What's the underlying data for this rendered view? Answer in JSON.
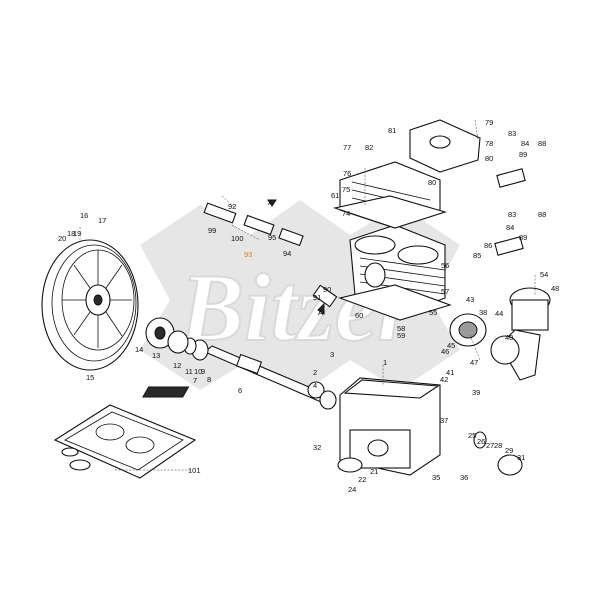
{
  "watermark": {
    "text": "Bitzer"
  },
  "colors": {
    "line": "#111111",
    "highlight": "#e07b1a",
    "watermark": "#e6e6e6"
  },
  "highlighted_callout": "93",
  "callouts": {
    "c1": "1",
    "c2": "2",
    "c3": "3",
    "c4": "4",
    "c6": "6",
    "c7": "7",
    "c8": "8",
    "c9": "9",
    "c10": "10",
    "c11": "11",
    "c12": "12",
    "c13": "13",
    "c14": "14",
    "c15": "15",
    "c16": "16",
    "c17": "17",
    "c18": "18",
    "c19": "19",
    "c20": "20",
    "c21": "21",
    "c22": "22",
    "c24": "24",
    "c25": "25",
    "c26": "26",
    "c27": "27",
    "c28": "28",
    "c29": "29",
    "c31": "31",
    "c32": "32",
    "c35": "35",
    "c36": "36",
    "c37": "37",
    "c38": "38",
    "c39": "39",
    "c40": "40",
    "c41": "41",
    "c42": "42",
    "c43": "43",
    "c44": "44",
    "c45": "45",
    "c46": "46",
    "c47": "47",
    "c48": "48",
    "c54": "54",
    "c55": "55",
    "c56": "56",
    "c57": "57",
    "c58": "58",
    "c59": "59",
    "c60": "60",
    "c61": "61",
    "c74": "74",
    "c75": "75",
    "c76": "76",
    "c77": "77",
    "c78": "78",
    "c79": "79",
    "c80a": "80",
    "c80b": "80",
    "c81": "81",
    "c82": "82",
    "c83a": "83",
    "c83b": "83",
    "c84a": "84",
    "c84b": "84",
    "c85": "85",
    "c86": "86",
    "c88a": "88",
    "c88b": "88",
    "c89a": "89",
    "c89b": "89",
    "c90": "90",
    "c91": "91",
    "c92": "92",
    "c93": "93",
    "c94": "94",
    "c95": "95",
    "c99": "99",
    "c100": "100",
    "c101": "101",
    "cA1": "A",
    "cA2": "A"
  }
}
